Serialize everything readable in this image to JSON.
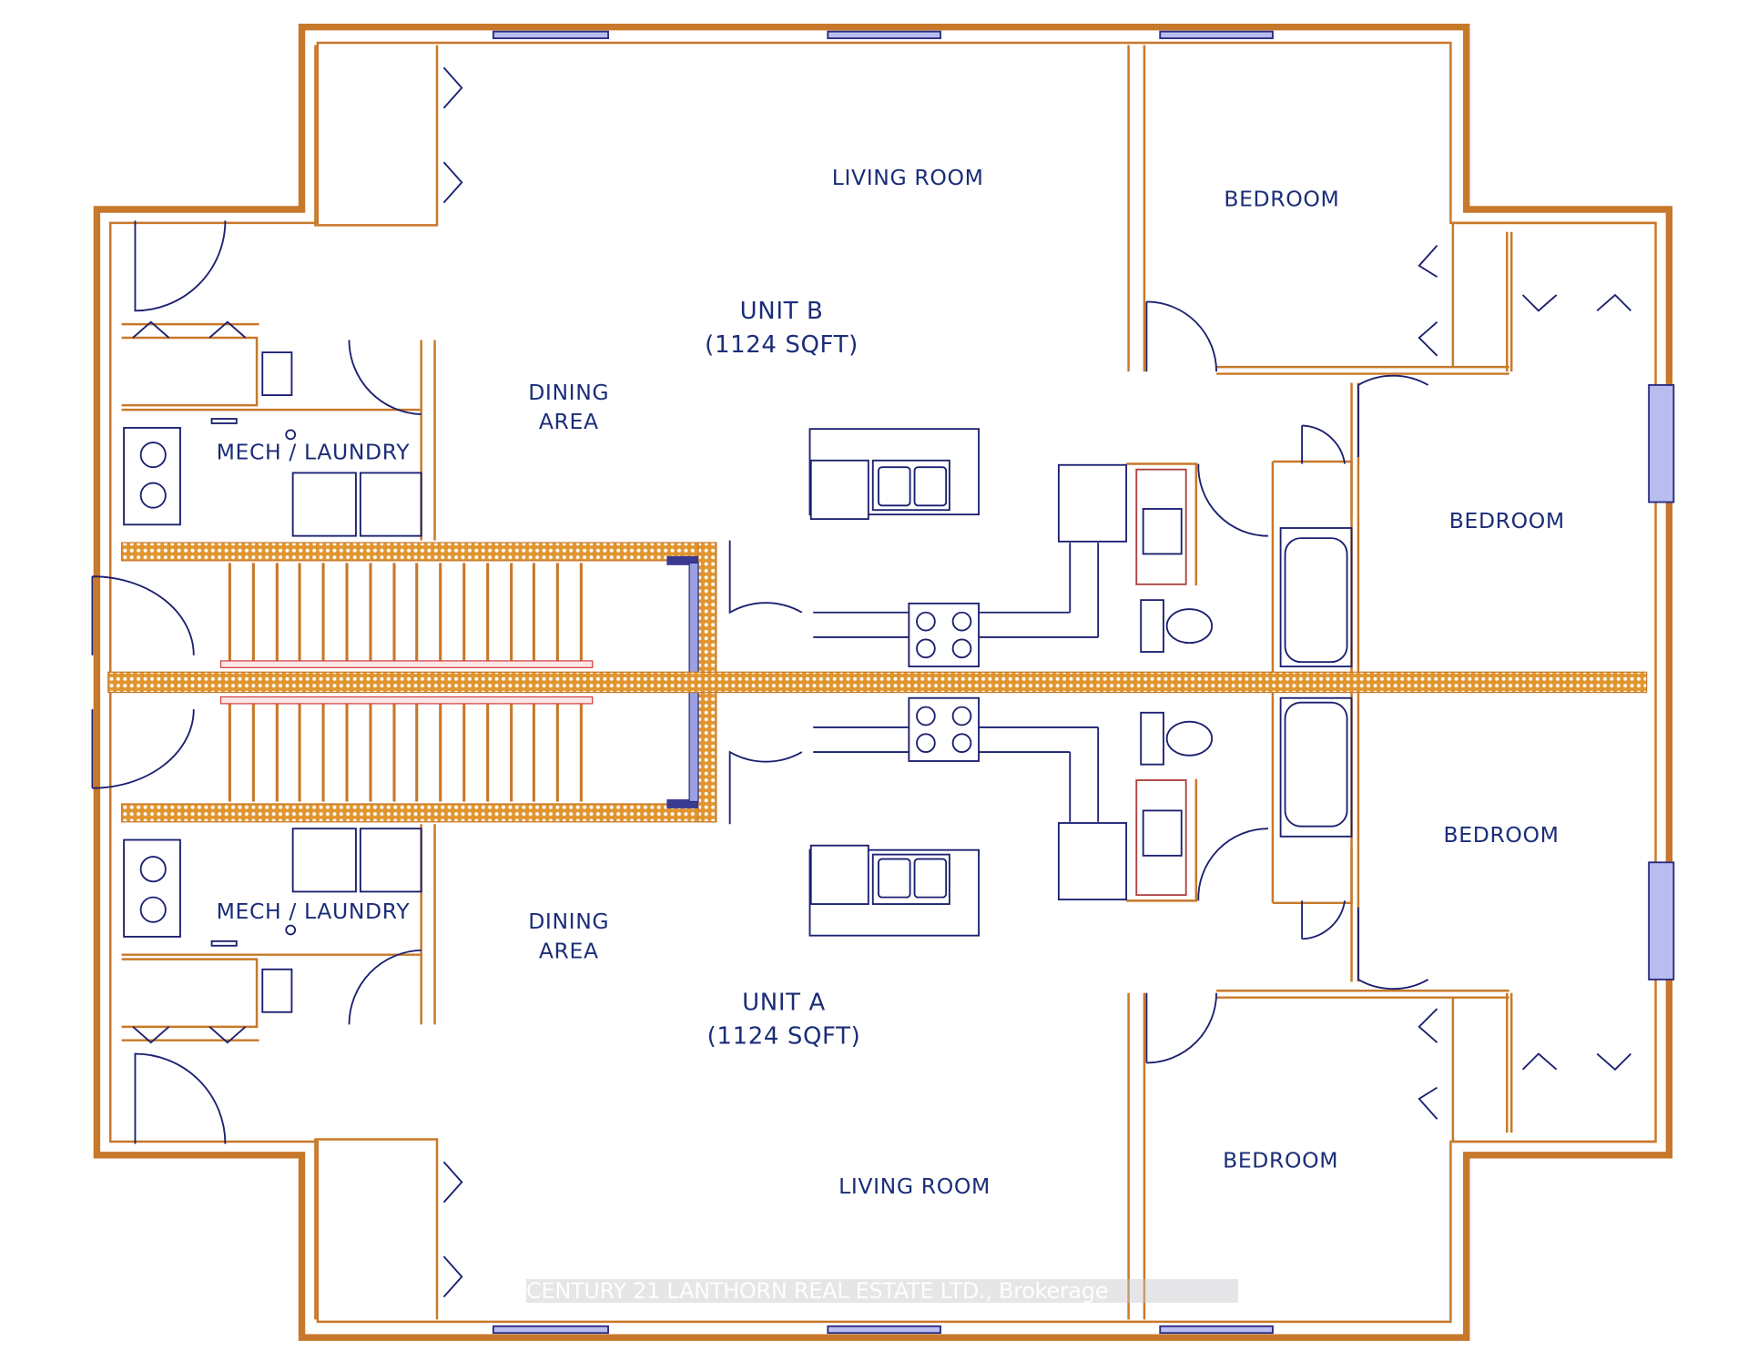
{
  "colors": {
    "wall": "#c8782a",
    "wall_hatch": "#e0952f",
    "fixture": "#1b2070",
    "label": "#1b2d78",
    "rail": "#d04040"
  },
  "units": {
    "unit_b": {
      "name": "UNIT B",
      "area": "(1124 SQFT)",
      "rooms": {
        "living": "LIVING ROOM",
        "bedroom1": "BEDROOM",
        "bedroom2": "BEDROOM",
        "dining_line1": "DINING",
        "dining_line2": "AREA",
        "mech": "MECH / LAUNDRY"
      }
    },
    "unit_a": {
      "name": "UNIT A",
      "area": "(1124 SQFT)",
      "rooms": {
        "living": "LIVING ROOM",
        "bedroom1": "BEDROOM",
        "bedroom2": "BEDROOM",
        "dining_line1": "DINING",
        "dining_line2": "AREA",
        "mech": "MECH / LAUNDRY"
      }
    }
  },
  "watermark": "CENTURY 21 LANTHORN REAL ESTATE LTD., Brokerage"
}
